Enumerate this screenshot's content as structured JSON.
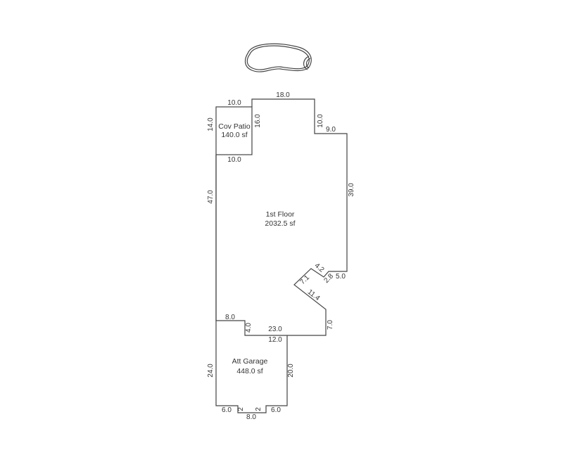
{
  "areas": {
    "patio": {
      "name": "Cov Patio",
      "size": "140.0 sf"
    },
    "floor": {
      "name": "1st Floor",
      "size": "2032.5 sf"
    },
    "garage": {
      "name": "Att Garage",
      "size": "448.0 sf"
    }
  },
  "dimensions": {
    "patio_top": "10.0",
    "patio_left": "14.0",
    "patio_right": "16.0",
    "patio_bottom": "10.0",
    "floor_top": "18.0",
    "floor_step_down": "10.0",
    "floor_step_right": "9.0",
    "floor_right": "39.0",
    "floor_ledge": "5.0",
    "floor_short_diag": "2.8",
    "floor_diag_a": "4.2",
    "floor_diag_b": "7.1",
    "floor_diag_c": "11.4",
    "floor_lower_right": "7.0",
    "floor_bottom": "23.0",
    "floor_left": "47.0",
    "garage_top_left": "8.0",
    "garage_notch": "4.0",
    "garage_top": "12.0",
    "garage_left": "24.0",
    "garage_right": "20.0",
    "garage_bottom_left": "6.0",
    "garage_notch_left": "2",
    "garage_bottom_mid": "8.0",
    "garage_notch_right": "2",
    "garage_bottom_right": "6.0"
  },
  "colors": {
    "line": "#444444",
    "text": "#333333"
  },
  "icons": {
    "pool": "kidney-pool-icon"
  }
}
